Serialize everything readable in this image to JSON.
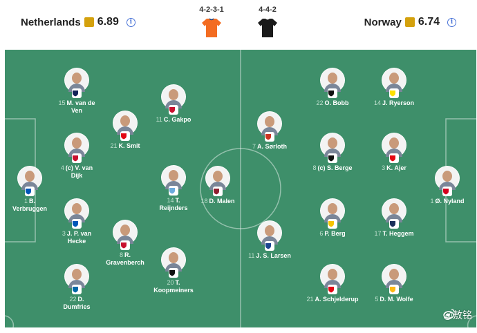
{
  "home": {
    "name": "Netherlands",
    "rating": "6.89",
    "formation": "4-2-3-1",
    "kit_color": "#f36c21"
  },
  "away": {
    "name": "Norway",
    "rating": "6.74",
    "formation": "4-4-2",
    "kit_color": "#1a1a1a"
  },
  "colors": {
    "pitch": "#3e8f6a",
    "rating": "#d4a10d",
    "info": "#4a74d8"
  },
  "players": [
    {
      "num": "1",
      "name": "B. Verbruggen",
      "name_lines": [
        "B.",
        "Verbruggen"
      ],
      "club": "BHA",
      "club_color": "#0057b8"
    },
    {
      "num": "15",
      "name": "M. van de Ven",
      "name_lines": [
        "M. van de",
        "Ven"
      ],
      "club": "TOT",
      "club_color": "#132257"
    },
    {
      "num": "4",
      "name": "(c) V. van Dijk",
      "name_lines": [
        "(c) V. van",
        "Dijk"
      ],
      "club": "LIV",
      "club_color": "#c8102e"
    },
    {
      "num": "3",
      "name": "J. P. van Hecke",
      "name_lines": [
        "J. P. van",
        "Hecke"
      ],
      "club": "BHA",
      "club_color": "#0057b8"
    },
    {
      "num": "22",
      "name": "D. Dumfries",
      "name_lines": [
        "D.",
        "Dumfries"
      ],
      "club": "INT",
      "club_color": "#0068a8"
    },
    {
      "num": "21",
      "name": "K. Smit",
      "name_lines": [
        "K. Smit"
      ],
      "club": "AZ",
      "club_color": "#e30613"
    },
    {
      "num": "8",
      "name": "R. Gravenberch",
      "name_lines": [
        "R.",
        "Gravenberch"
      ],
      "club": "LIV",
      "club_color": "#c8102e"
    },
    {
      "num": "11",
      "name": "C. Gakpo",
      "name_lines": [
        "C. Gakpo"
      ],
      "club": "LIV",
      "club_color": "#c8102e"
    },
    {
      "num": "14",
      "name": "T. Reijnders",
      "name_lines": [
        "T.",
        "Reijnders"
      ],
      "club": "MCI",
      "club_color": "#6cabdd"
    },
    {
      "num": "20",
      "name": "T. Koopmeiners",
      "name_lines": [
        "T.",
        "Koopmeiners"
      ],
      "club": "JUV",
      "club_color": "#111111"
    },
    {
      "num": "18",
      "name": "D. Malen",
      "name_lines": [
        "D. Malen"
      ],
      "club": "ROM",
      "club_color": "#8e1f2f"
    },
    {
      "num": "1",
      "name": "Ø. Nyland",
      "name_lines": [
        "Ø. Nyland"
      ],
      "club": "SEV",
      "club_color": "#d4021d"
    },
    {
      "num": "14",
      "name": "J. Ryerson",
      "name_lines": [
        "J. Ryerson"
      ],
      "club": "BVB",
      "club_color": "#fde100"
    },
    {
      "num": "3",
      "name": "K. Ajer",
      "name_lines": [
        "K. Ajer"
      ],
      "club": "BRE",
      "club_color": "#e30613"
    },
    {
      "num": "17",
      "name": "T. Heggem",
      "name_lines": [
        "T. Heggem"
      ],
      "club": "BOL",
      "club_color": "#1a2f5a"
    },
    {
      "num": "5",
      "name": "D. M. Wolfe",
      "name_lines": [
        "D. M. Wolfe"
      ],
      "club": "WOL",
      "club_color": "#fdb913"
    },
    {
      "num": "22",
      "name": "O. Bobb",
      "name_lines": [
        "O. Bobb"
      ],
      "club": "FUL",
      "club_color": "#111111"
    },
    {
      "num": "8",
      "name": "(c) S. Berge",
      "name_lines": [
        "(c) S. Berge"
      ],
      "club": "FUL",
      "club_color": "#111111"
    },
    {
      "num": "6",
      "name": "P. Berg",
      "name_lines": [
        "P. Berg"
      ],
      "club": "BOD",
      "club_color": "#f5c400"
    },
    {
      "num": "21",
      "name": "A. Schjelderup",
      "name_lines": [
        "A. Schjelderup"
      ],
      "club": "BEN",
      "club_color": "#e30613"
    },
    {
      "num": "7",
      "name": "A. Sørloth",
      "name_lines": [
        "A. Sørloth"
      ],
      "club": "ATM",
      "club_color": "#cb3524"
    },
    {
      "num": "11",
      "name": "J. S. Larsen",
      "name_lines": [
        "J. S. Larsen"
      ],
      "club": "CRY",
      "club_color": "#1b458f"
    }
  ],
  "watermark": "@敖铭",
  "icons": {
    "info": "info-icon",
    "watermark": "weibo-icon"
  }
}
